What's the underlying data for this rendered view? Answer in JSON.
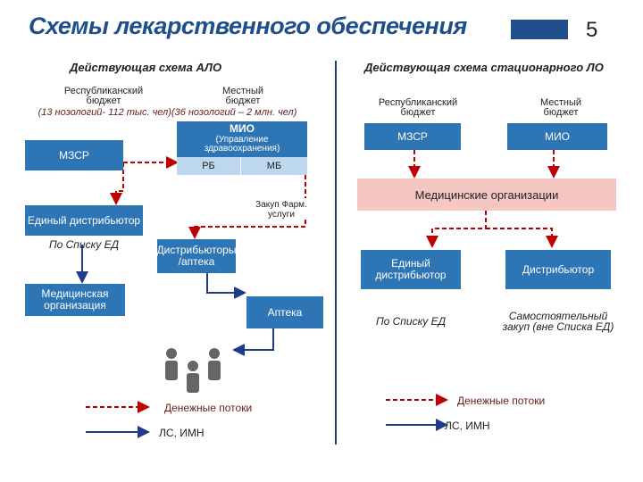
{
  "title": "Схемы лекарственного обеспечения",
  "slide_number": "5",
  "left": {
    "heading": "Действующая схема АЛО",
    "rep_budget": "Республиканский бюджет",
    "loc_budget": "Местный бюджет",
    "nosology_line": "(13 нозологий- 112 тыс. чел)(36 нозологий – 2 млн. чел)",
    "mio": "МИО",
    "mio_sub": "(Управление здравоохранения)",
    "rb": "РБ",
    "mb": "МБ",
    "mzsr": "МЗСР",
    "zakup": "Закуп Фарм. услуги",
    "single_distributor": "Единый дистрибьютор",
    "by_list": "По Списку ЕД",
    "distributors_pharmacy": "Дистрибьюторы /аптека",
    "medical_org": "Медицинская организация",
    "pharmacy": "Аптека",
    "legend_money": "Денежные потоки",
    "legend_drugs": "ЛС, ИМН"
  },
  "right": {
    "heading": "Действующая схема стационарного ЛО",
    "rep_budget": "Республиканский бюджет",
    "loc_budget": "Местный бюджет",
    "mzsr": "МЗСР",
    "mio": "МИО",
    "medical_orgs": "Медицинские организации",
    "single_distributor": "Единый дистрибьютор",
    "distributor": "Дистрибьютор",
    "by_list": "По Списку ЕД",
    "self_purchase": "Самостоятельный закуп (вне Списка ЕД)",
    "legend_money": "Денежные потоки",
    "legend_drugs": "ЛС, ИМН"
  },
  "colors": {
    "accent": "#1f4e8c",
    "box": "#2e75b6",
    "light_box": "#bdd7ee",
    "pink_box": "#f4c7c3",
    "money_arrow": "#c00000",
    "drug_arrow": "#1f3c88"
  }
}
